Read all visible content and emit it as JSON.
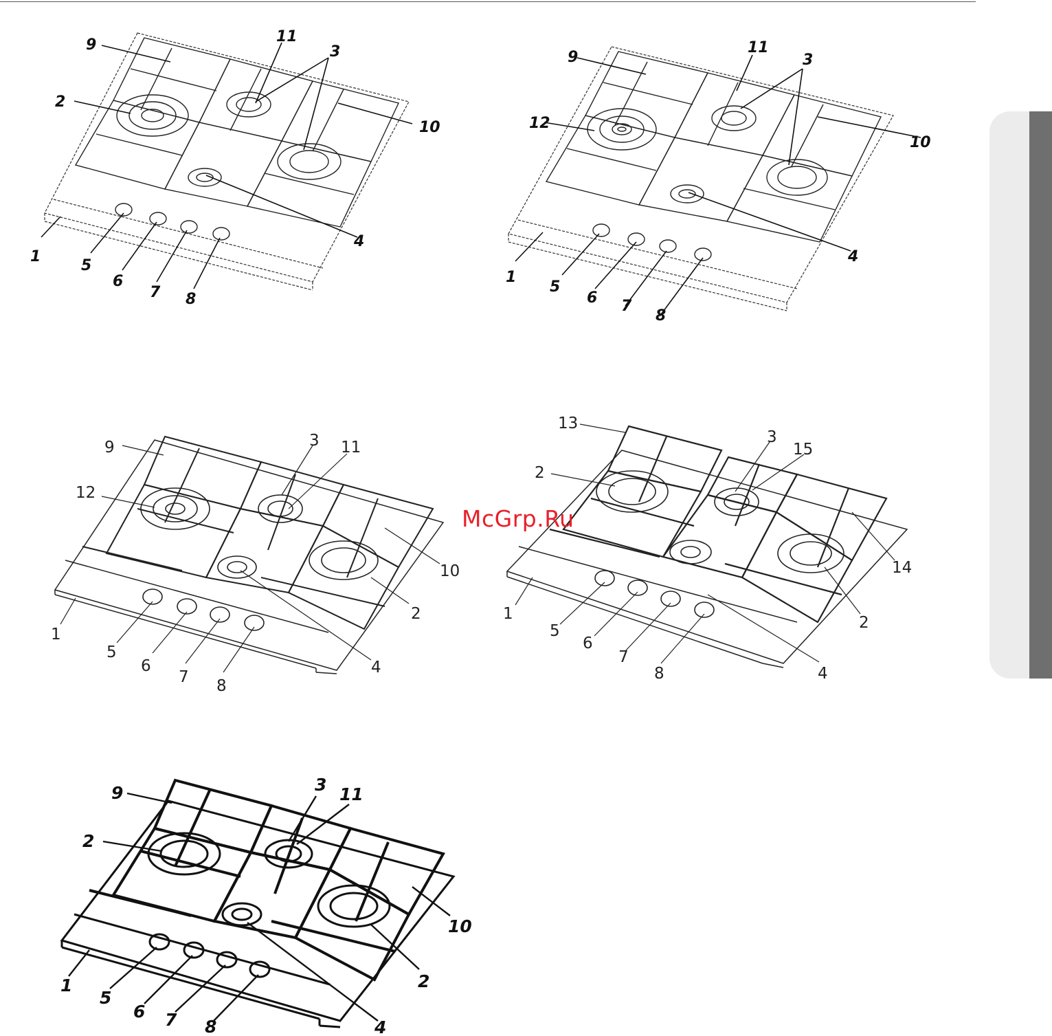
{
  "watermark": "McGrp.Ru",
  "diagrams": [
    {
      "id": "a",
      "labels": [
        "1",
        "2",
        "3",
        "4",
        "5",
        "6",
        "7",
        "8",
        "9",
        "10",
        "11"
      ]
    },
    {
      "id": "b",
      "labels": [
        "1",
        "12",
        "3",
        "4",
        "5",
        "6",
        "7",
        "8",
        "9",
        "10",
        "11"
      ]
    },
    {
      "id": "c",
      "labels": [
        "1",
        "2",
        "3",
        "4",
        "5",
        "6",
        "7",
        "8",
        "9",
        "10",
        "11",
        "12"
      ]
    },
    {
      "id": "d",
      "labels": [
        "1",
        "2",
        "2",
        "3",
        "4",
        "5",
        "6",
        "7",
        "8",
        "13",
        "14",
        "15"
      ]
    },
    {
      "id": "e",
      "labels": [
        "1",
        "2",
        "2",
        "3",
        "4",
        "5",
        "6",
        "7",
        "8",
        "9",
        "10",
        "11"
      ]
    }
  ]
}
